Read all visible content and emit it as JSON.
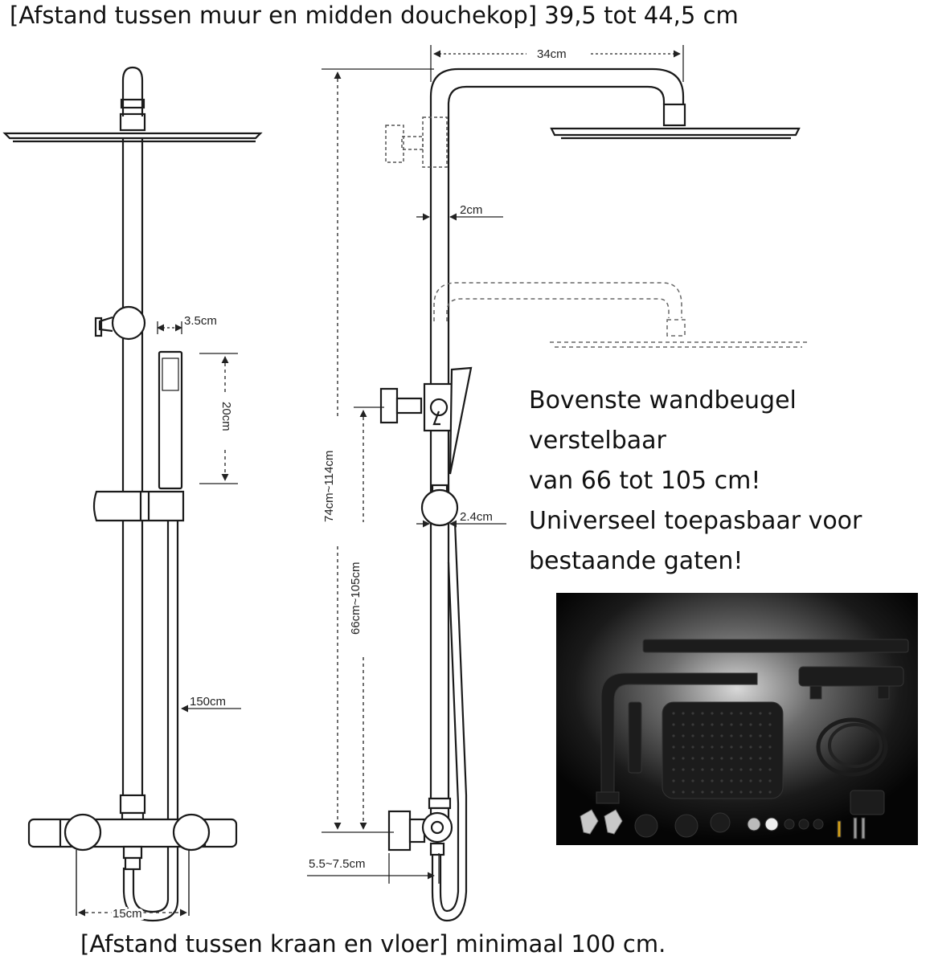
{
  "captions": {
    "top": "[Afstand tussen muur en midden douchekop] 39,5 tot 44,5 cm",
    "bottom": "[Afstand tussen kraan en vloer] minimaal 100 cm."
  },
  "note": {
    "lines": [
      "Bovenste wandbeugel",
      "verstelbaar",
      "van 66 tot 105 cm!",
      "Universeel toepasbaar voor",
      "bestaande gaten!"
    ]
  },
  "dimensions": {
    "head_arm": "34cm",
    "pipe_width": "2cm",
    "hand_width": "3.5cm",
    "hand_length": "20cm",
    "knob_width": "2.4cm",
    "total_height": "74cm~114cm",
    "bracket_height": "66cm~105cm",
    "hose": "150cm",
    "wall_offset": "5.5~7.5cm",
    "inlet_spacing": "15cm"
  },
  "colors": {
    "line": "#1a1a1a",
    "photo_bg": "#0b0b0b",
    "product": "#1c1c1c"
  }
}
